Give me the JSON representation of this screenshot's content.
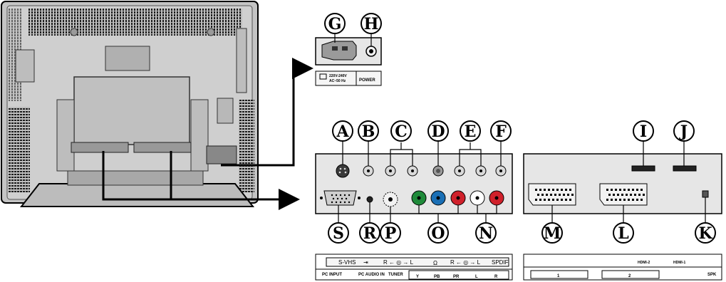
{
  "callouts": {
    "A": "A",
    "B": "B",
    "C": "C",
    "D": "D",
    "E": "E",
    "F": "F",
    "G": "G",
    "H": "H",
    "I": "I",
    "J": "J",
    "K": "K",
    "L": "L",
    "M": "M",
    "N": "N",
    "O": "O",
    "P": "P",
    "R": "R",
    "S": "S"
  },
  "power_panel": {
    "voltage_label": "220V-240V",
    "freq_label": "AC~50 Hz",
    "power_label": "POWER"
  },
  "left_strip": {
    "top_labels": [
      "S-VHS",
      "⇥",
      "R ← ◎ → L",
      "Ω",
      "R ← ◎ → L",
      "SPDIF"
    ],
    "bottom_labels": [
      "PC INPUT",
      "PC AUDIO IN",
      "TUNER",
      "Y",
      "PB",
      "PR",
      "L",
      "R"
    ]
  },
  "right_strip": {
    "top_labels": [
      "HDMI-2",
      "HDMI-1"
    ],
    "bottom_labels": [
      "1",
      "2",
      "SPK"
    ]
  },
  "colors": {
    "tv_body": "#c8c8c8",
    "tv_dark": "#2a2a2a",
    "panel_fill": "#e6e6e6",
    "green": "#1f8a3a",
    "blue": "#1a6fb5",
    "red": "#d0212b",
    "white": "#ffffff"
  }
}
